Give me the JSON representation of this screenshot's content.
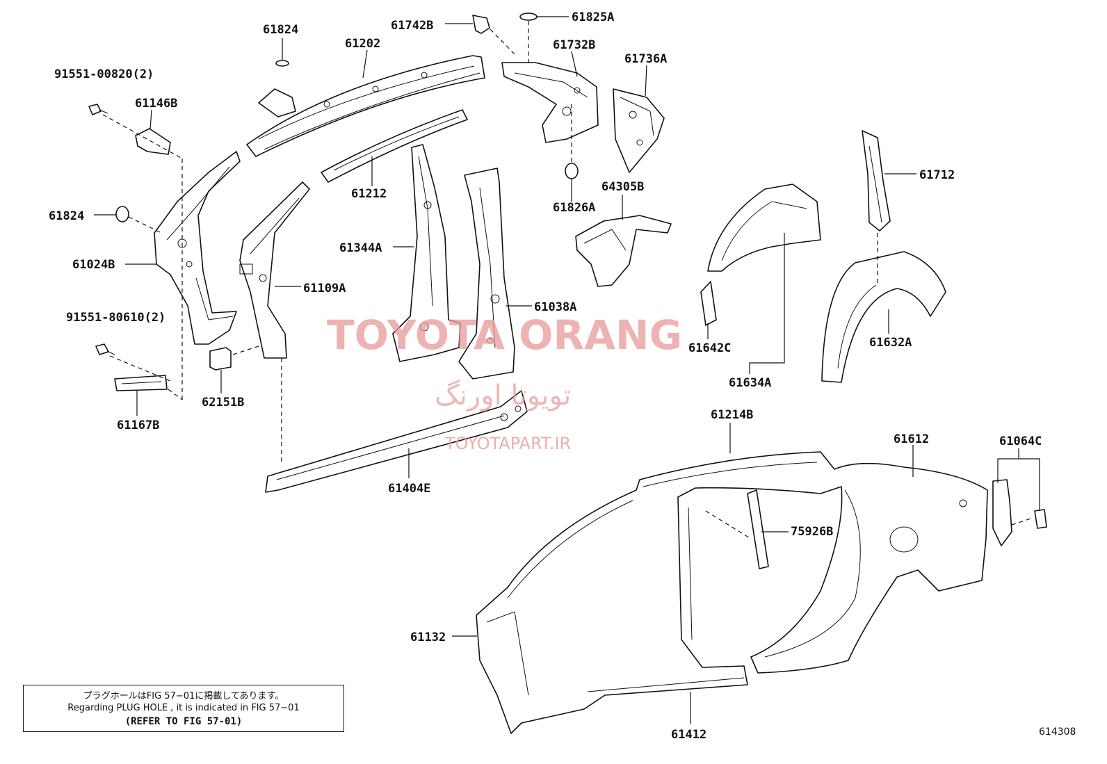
{
  "watermark": {
    "brand": "TOYOTA ORANG",
    "brand_fa": "تویوتا اورنگ",
    "url": "TOYOTAPART.IR"
  },
  "labels": {
    "p61824_top": "61824",
    "p61202": "61202",
    "p61742B": "61742B",
    "p61825A": "61825A",
    "p61732B": "61732B",
    "p61736A": "61736A",
    "p91551_00820": "91551-00820(2)",
    "p61146B": "61146B",
    "p61212": "61212",
    "p61824_left": "61824",
    "p61024B": "61024B",
    "p61344A": "61344A",
    "p61109A": "61109A",
    "p61038A": "61038A",
    "p91551_80610": "91551-80610(2)",
    "p61826A": "61826A",
    "p64305B": "64305B",
    "p61712": "61712",
    "p61642C": "61642C",
    "p61632A": "61632A",
    "p61634A": "61634A",
    "p62151B": "62151B",
    "p61167B": "61167B",
    "p61214B": "61214B",
    "p61612": "61612",
    "p61064C": "61064C",
    "p61404E": "61404E",
    "p75926B": "75926B",
    "p61132": "61132",
    "p61412": "61412"
  },
  "note": {
    "line_jp": "プラグホールはFIG 57−01に掲載してあります。",
    "line_en": "Regarding PLUG HOLE , it is indicated in FIG 57−01",
    "line_ref": "(REFER TO FIG 57-01)"
  },
  "figure_code": "614308"
}
